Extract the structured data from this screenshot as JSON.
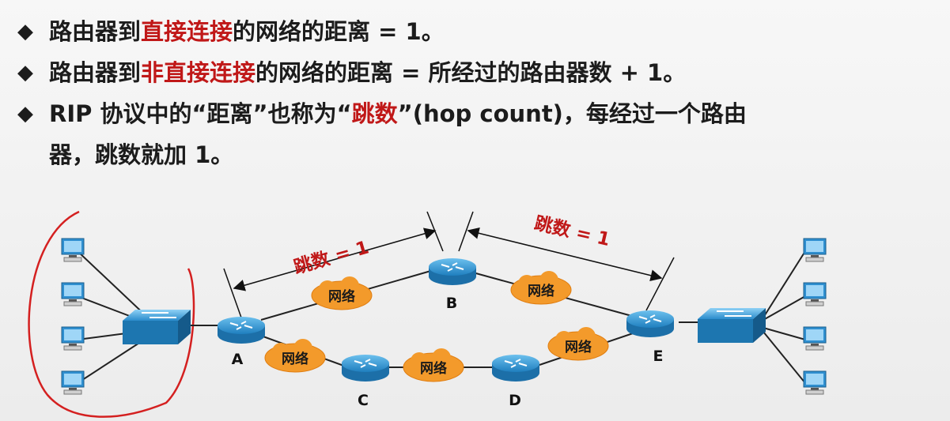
{
  "bullets": [
    {
      "marker": "◆",
      "pre": "路由器到",
      "red": "直接连接",
      "post": "的网络的距离 = 1。"
    },
    {
      "marker": "◆",
      "pre": "路由器到",
      "red": "非直接连接",
      "post": "的网络的距离 = 所经过的路由器数 + 1。"
    },
    {
      "marker": "◆",
      "pre": "RIP 协议中的“距离”也称为“",
      "red": "跳数",
      "post": "”(hop count)，每经过一个路由",
      "cont": "器，跳数就加 1。"
    }
  ],
  "diagram": {
    "hop_label_left": "跳数 = 1",
    "hop_label_right": "跳数 = 1",
    "network_label": "网络",
    "routers": [
      "A",
      "B",
      "C",
      "D",
      "E"
    ],
    "colors": {
      "cloud": "#f39a2b",
      "router": "#3a9bd5",
      "red": "#c01818"
    }
  }
}
